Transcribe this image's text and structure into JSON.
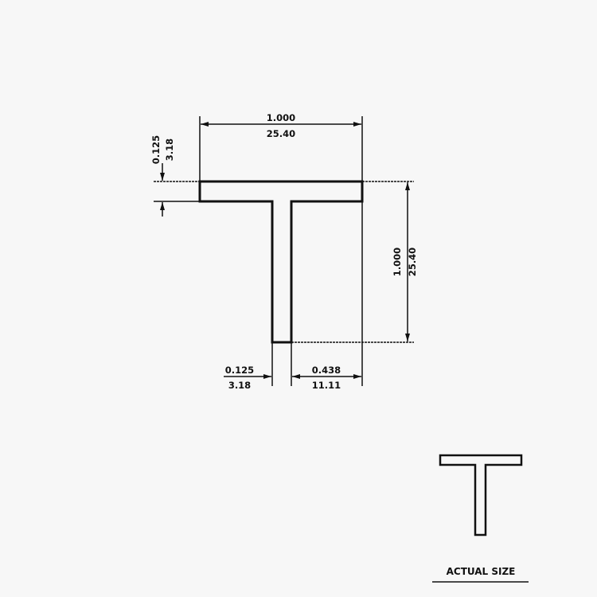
{
  "drawing": {
    "width_in": "1.000",
    "width_mm": "25.40",
    "height_in": "1.000",
    "height_mm": "25.40",
    "flange_thickness_in": "0.125",
    "flange_thickness_mm": "3.18",
    "stem_thickness_in": "0.125",
    "stem_thickness_mm": "3.18",
    "half_flange_in": "0.438",
    "half_flange_mm": "11.11"
  },
  "actual_size_label": "ACTUAL SIZE",
  "colors": {
    "line": "#111111",
    "background": "#f7f7f7"
  }
}
